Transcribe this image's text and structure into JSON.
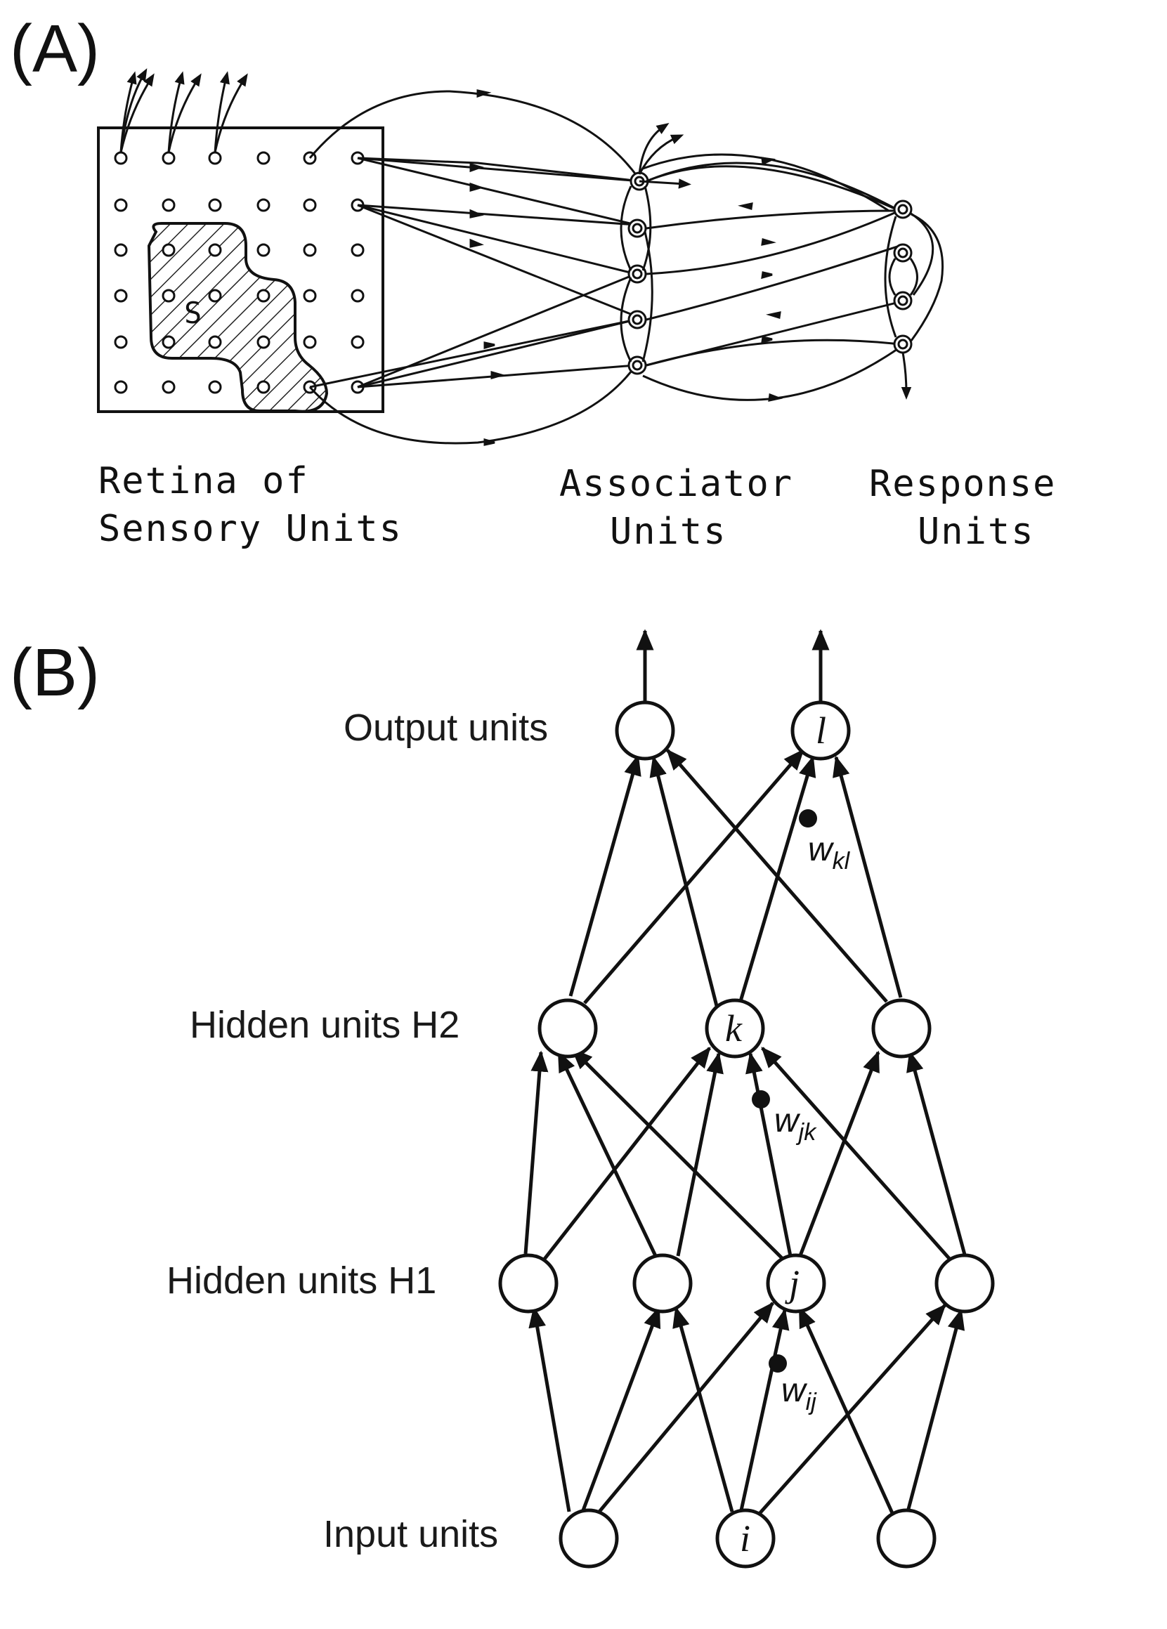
{
  "panel_a": {
    "label": "(A)",
    "retina_label": [
      "Retina of",
      "Sensory Units"
    ],
    "stimulus_label": "S",
    "associator_label": [
      "Associator",
      "Units"
    ],
    "response_label": [
      "Response",
      "Units"
    ]
  },
  "panel_b": {
    "label": "(B)",
    "layers": {
      "output": "Output units",
      "h2": "Hidden units H2",
      "h1": "Hidden units H1",
      "input": "Input units"
    },
    "unit_labels": {
      "l": "l",
      "k": "k",
      "j": "j",
      "i": "i"
    },
    "weights": [
      {
        "base": "w",
        "sub": "kl"
      },
      {
        "base": "w",
        "sub": "jk"
      },
      {
        "base": "w",
        "sub": "ij"
      }
    ]
  }
}
